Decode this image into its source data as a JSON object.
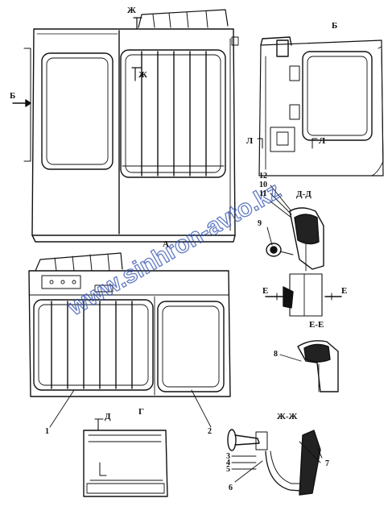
{
  "watermark": "www.sinhron-avto.kz",
  "view_labels": {
    "b_top": "Б",
    "b_arrow": "Б",
    "zh_top": "Ж",
    "zh_mid": "Ж",
    "a": "А",
    "g": "Г",
    "d_arrow": "Д",
    "l_left": "Л",
    "l_right": "Л",
    "e_left": "Е",
    "e_right": "Е"
  },
  "section_titles": {
    "dd": "Д-Д",
    "ee": "Е-Е",
    "zhzh": "Ж-Ж"
  },
  "callouts": [
    "1",
    "2",
    "3",
    "4",
    "5",
    "6",
    "7",
    "8",
    "9",
    "10",
    "11",
    "12"
  ]
}
